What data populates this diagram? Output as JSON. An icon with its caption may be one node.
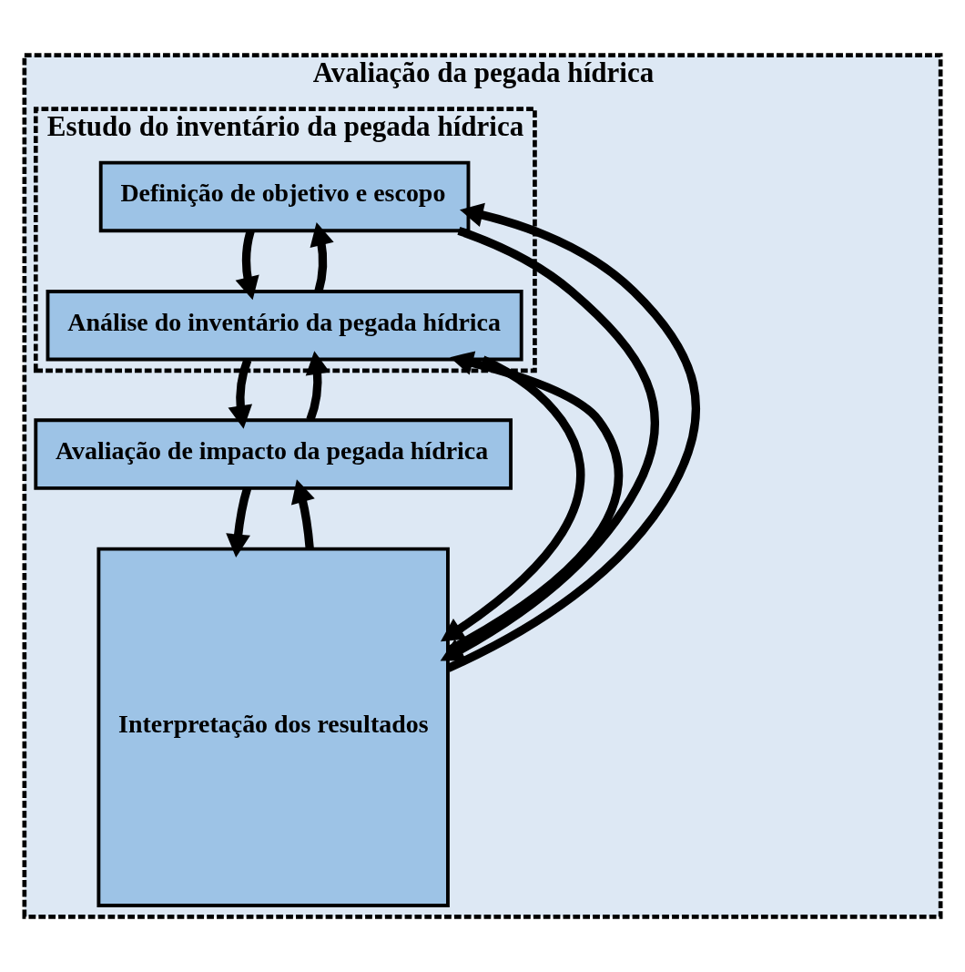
{
  "diagram": {
    "nodes": [
      {
        "text": [
          "Avaliação da pegada hídrica"
        ]
      },
      {
        "text": [
          "Estudo do inventário da pegada hídrica"
        ],
        "in": 0
      },
      {
        "text": [
          "Definição de objetivo e escopo"
        ],
        "in": 1
      },
      {
        "text": [
          "Análise do inventário da pegada hídrica"
        ],
        "in": 1
      },
      {
        "text": [
          "Avaliação de impacto da pegada hídrica"
        ],
        "in": 0
      },
      {
        "text": [
          "Interpretação dos resultados"
        ],
        "in": 0
      }
    ],
    "edges": [
      {
        "from": 2,
        "to": 5,
        "arrow": "to"
      },
      {
        "from": 5,
        "to": 2,
        "arrow": "to"
      },
      {
        "from": 2,
        "to": 3,
        "arrow": "to"
      },
      {
        "from": 3,
        "to": 2,
        "arrow": "to"
      },
      {
        "from": 3,
        "to": 5,
        "arrow": "to"
      },
      {
        "from": 5,
        "to": 3,
        "arrow": "to"
      },
      {
        "from": 3,
        "to": 4,
        "arrow": "to"
      },
      {
        "from": 4,
        "to": 3,
        "arrow": "to"
      },
      {
        "from": 4,
        "to": 5,
        "arrow": "to"
      },
      {
        "from": 5,
        "to": 4,
        "arrow": "to"
      }
    ]
  }
}
